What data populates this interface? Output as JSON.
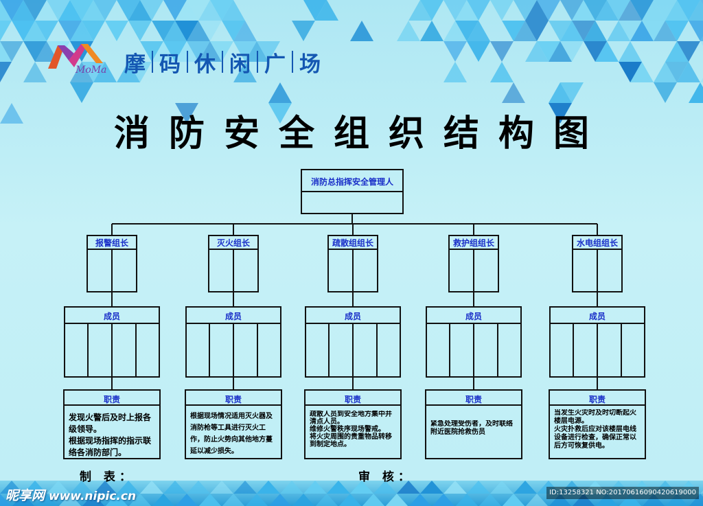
{
  "brand": {
    "logo_text": "MoMa",
    "name_chars": [
      "摩",
      "码",
      "休",
      "闲",
      "广",
      "场"
    ]
  },
  "title": "消防安全组织结构图",
  "chief": {
    "label": "消防总指挥安全管理人"
  },
  "groups": [
    {
      "leader_label": "报警组长",
      "members_label": "成员",
      "duties_label": "职责",
      "duties": "发现火警后及时上报各级领导。\n根据现场指挥的指示联络各消防部门。"
    },
    {
      "leader_label": "灭火组长",
      "members_label": "成员",
      "duties_label": "职责",
      "duties": "根据现场情况适用灭火器及消防枪等工具进行灭火工作，防止火势向其他地方蔓延以减少损失。"
    },
    {
      "leader_label": "疏散组组长",
      "members_label": "成员",
      "duties_label": "职责",
      "duties": "疏散人员到安全地方集中并清点人员。\n维修火警秩序现场警戒。\n将火灾周围的贵重物品转移到制定地点。"
    },
    {
      "leader_label": "救护组组长",
      "members_label": "成员",
      "duties_label": "职责",
      "duties": "紧急处理受伤者，及时联络附近医院抢救伤员"
    },
    {
      "leader_label": "水电组组长",
      "members_label": "成员",
      "duties_label": "职责",
      "duties": "当发生火灾时及时切断起火楼层电源。\n火灾扑救后应对该楼层电线设备进行检查，确保正常以后方可恢复供电。"
    }
  ],
  "footer": {
    "made_by": "制 表：",
    "reviewed_by": "审 核："
  },
  "watermark": {
    "site_cn": "昵享网",
    "site_url": "www.nipic.cn",
    "id_text": "ID:13258321 NO:20170616090420619000"
  },
  "colors": {
    "background": "#c3f0f6",
    "brand_blue": "#1457b2",
    "label_blue": "#1a2fc8",
    "line": "#111111"
  }
}
